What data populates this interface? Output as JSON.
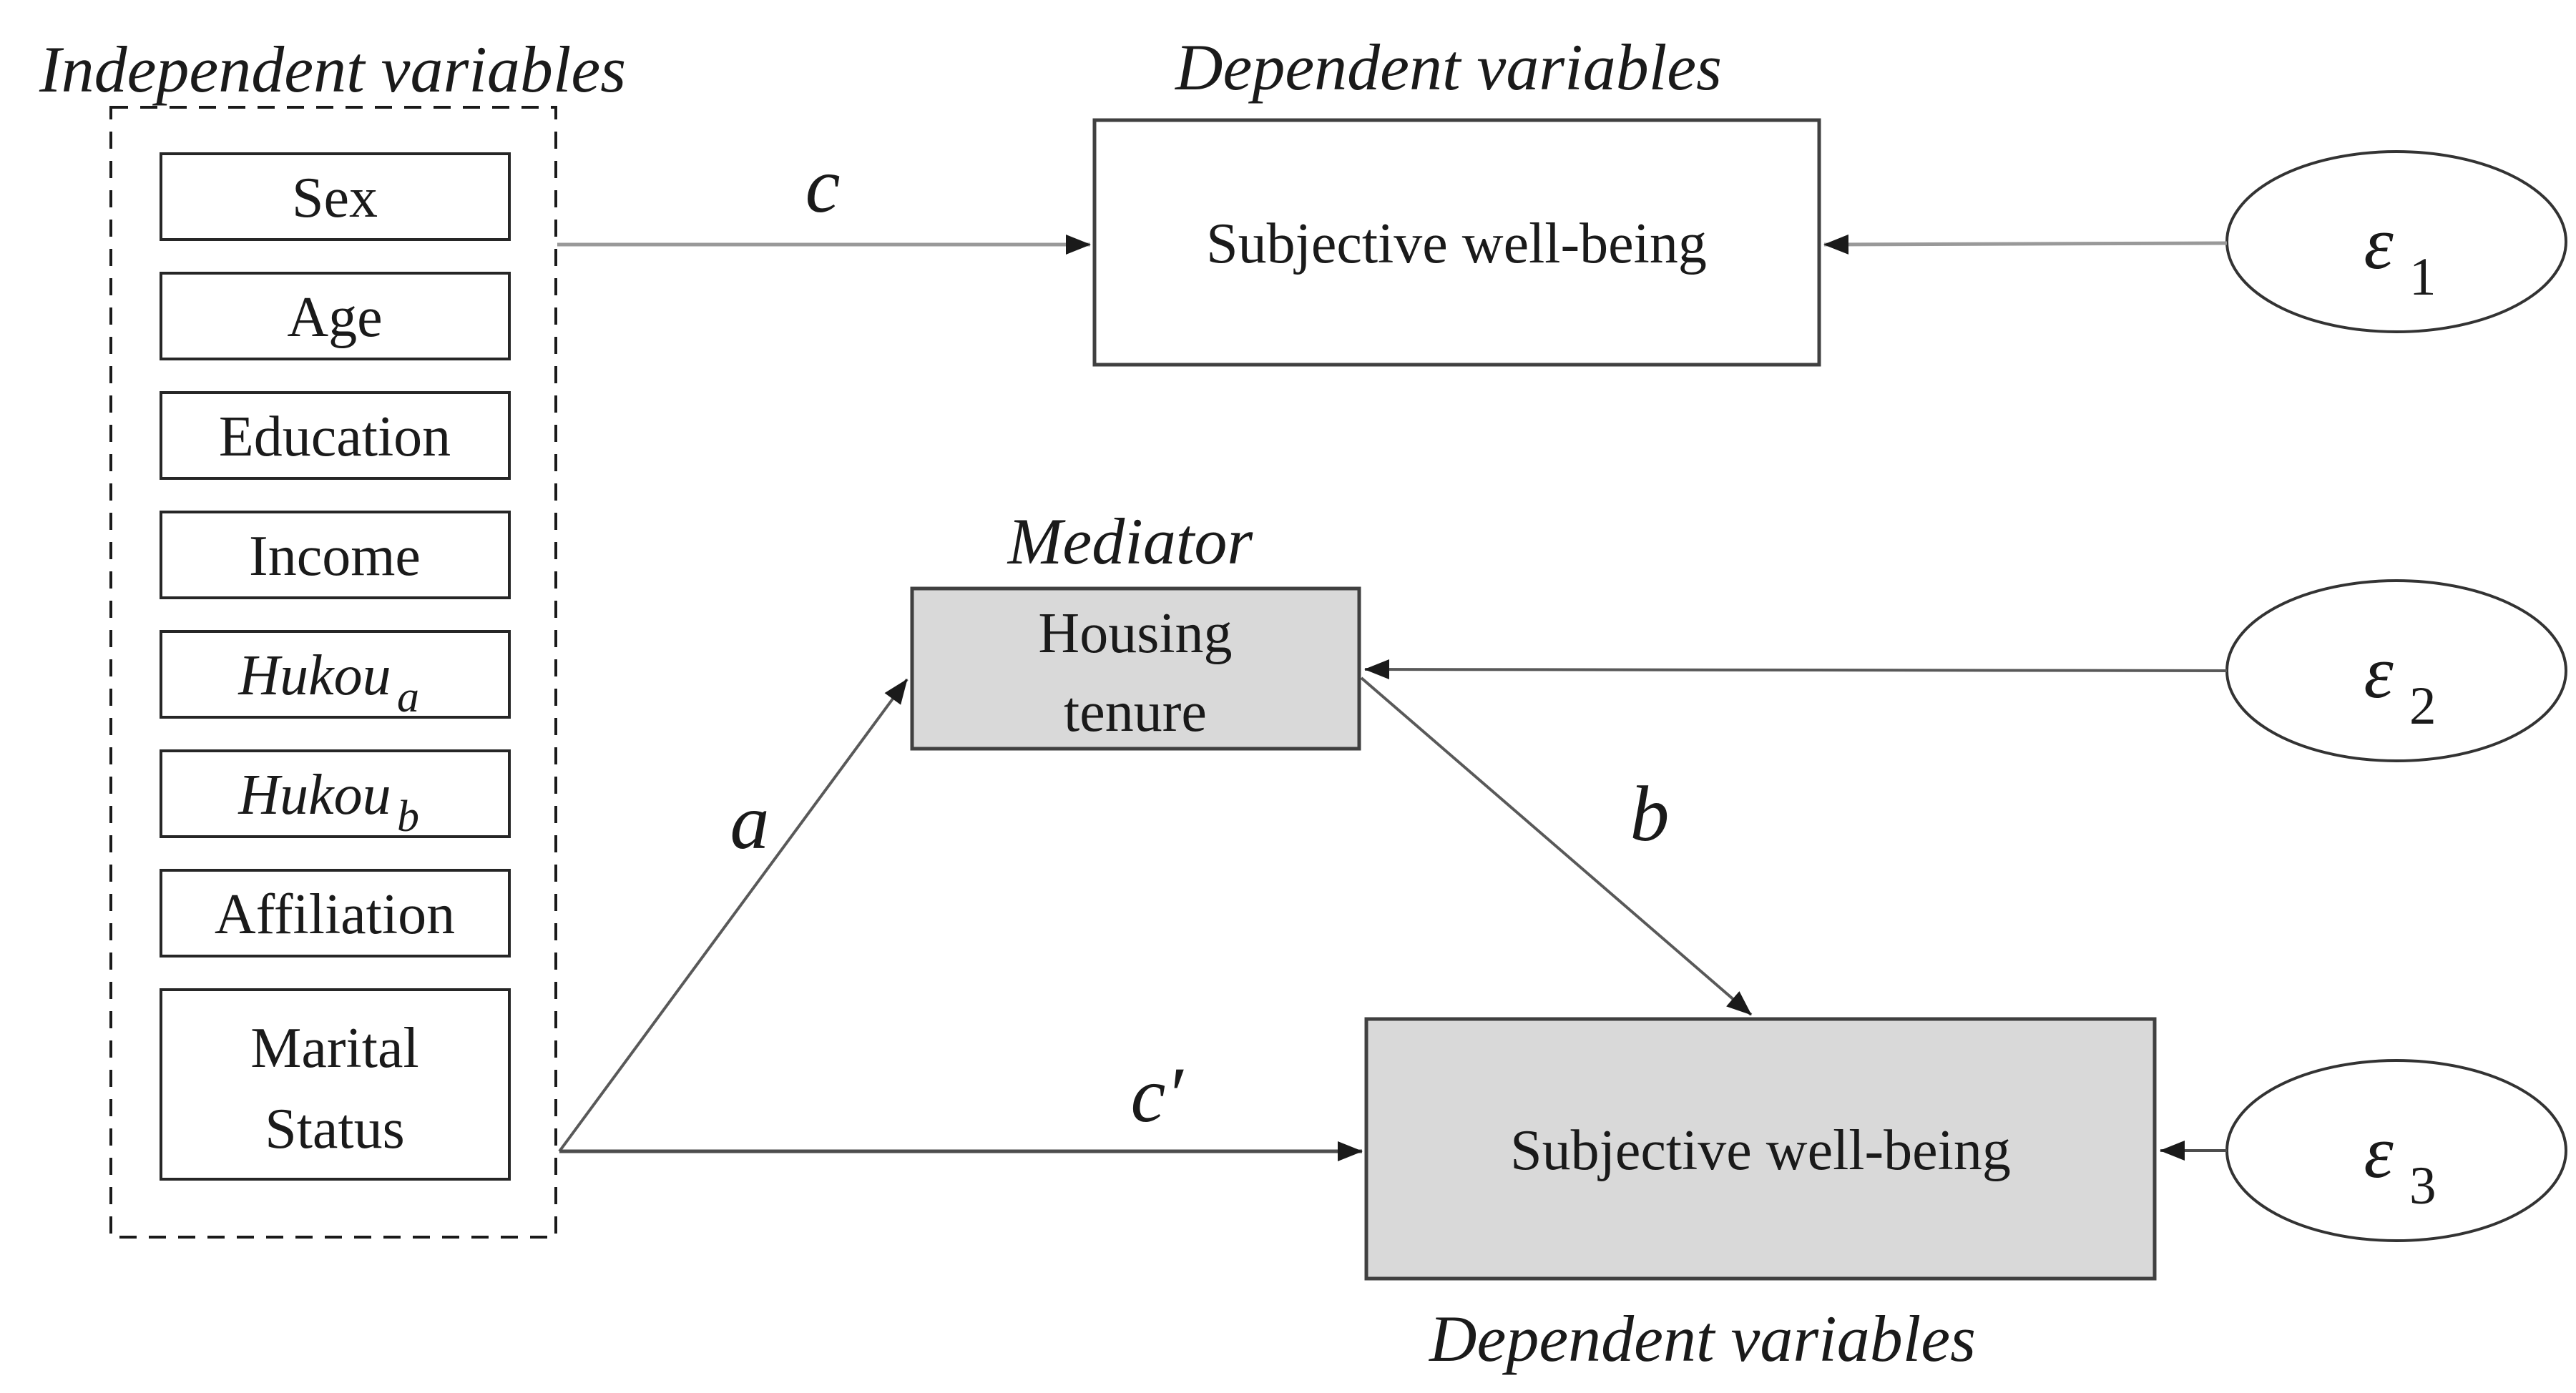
{
  "independent_panel": {
    "title": "Independent variables",
    "items": [
      {
        "label": "Sex"
      },
      {
        "label": "Age"
      },
      {
        "label": "Education"
      },
      {
        "label": "Income"
      },
      {
        "label": "Hukou",
        "subscript": "a"
      },
      {
        "label": "Hukou",
        "subscript": "b"
      },
      {
        "label": "Affiliation"
      },
      {
        "label": "Marital",
        "label_line2": "Status"
      }
    ]
  },
  "dependent_top": {
    "title": "Dependent variables",
    "box_label": "Subjective well-being"
  },
  "mediator": {
    "title": "Mediator",
    "box_line1": "Housing",
    "box_line2": "tenure"
  },
  "dependent_bottom": {
    "box_label": "Subjective well-being",
    "title": "Dependent variables"
  },
  "path_labels": {
    "c": "c",
    "a": "a",
    "b": "b",
    "c_prime": "c′"
  },
  "error_terms": [
    {
      "symbol": "ε",
      "subscript": "1"
    },
    {
      "symbol": "ε",
      "subscript": "2"
    },
    {
      "symbol": "ε",
      "subscript": "3"
    }
  ],
  "colors": {
    "background": "#ffffff",
    "box_fill_white": "#ffffff",
    "box_fill_gray": "#d9d9d9",
    "box_border": "#404040",
    "dashed_border": "#1a1a1a",
    "line_light_gray": "#999999",
    "line_dark_gray": "#595959",
    "arrowhead": "#1a1a1a",
    "text": "#1a1a1a"
  }
}
